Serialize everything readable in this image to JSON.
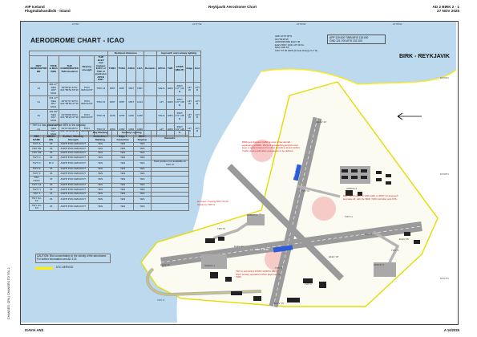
{
  "header": {
    "org": "AIP Iceland",
    "subtitle": "Flugmálahandbók - Ísland",
    "center_title": "Reykjavík Aerodrome Chart",
    "ref": "AD 2 BIRK 2 - 1",
    "date": "27 NOV 2025"
  },
  "chart": {
    "title_left": "AERODROME CHART - ICAO",
    "title_right": "BIRK - REYKJAVIK"
  },
  "coords_info": {
    "lines": [
      "ARP 64°07'48\"N",
      "021°56'25\"W",
      "AERODROME ELEV 48",
      "ELEV RWY 13/31 HT 30.0m",
      "MAG VAR 10°",
      "CWY ST 30 2025 (Annual change 0.1° E)"
    ]
  },
  "infobox": {
    "rows": [
      [
        "APP",
        "119.000",
        "TWR/AFIS",
        "118.000"
      ],
      [
        "GND",
        "121.700",
        "ATIS",
        "132.100"
      ]
    ]
  },
  "rwy_table": {
    "headers": [
      "RWY DESIGNATOR NR",
      "TRUE & MAG BRG",
      "THR COORDINATES THR elevation",
      "Bearing strength",
      "THR ELEV and highest ELEV of TDZ of precision APCH RWY",
      "TORA",
      "TODA",
      "ASDA",
      "LDA",
      "Remarks",
      "APCH",
      "THR",
      "VASIS (MEHT)",
      "Edge",
      "End"
    ],
    "group_declared": "Declared distances",
    "group_lighting": "Approach and runway lighting",
    "rows": [
      [
        "13",
        "161.17° SEG 180° MAG",
        "64°08'11.43\"N 021°56'51.53\"W",
        "PCN 34/F/A/X/T",
        "THR 13",
        "1567",
        "1567",
        "1567",
        "1567",
        "",
        "SALS",
        "GRN",
        "PAPI 3.0° (49 ft)",
        "LIH W",
        "LIH R"
      ],
      [
        "31",
        "341.17° SEG 351° MAG",
        "64°07'27.32\"N 021°55'50.47\"W",
        "PCN 34/F/A/X/T",
        "THR 31",
        "1567",
        "1567",
        "1567",
        "1414",
        "",
        "LIH",
        "GRN",
        "PAPI 3.0° (48 ft)",
        "LIH W",
        "LIH R"
      ],
      [
        "19",
        "191.90° SEG 201° MAG",
        "64°08'08.79\"N 021°56'20.37\"W",
        "PCN 34/F/A/X/T",
        "THR 19",
        "1230",
        "1230",
        "1230",
        "1230",
        "",
        "SALS",
        "GRN",
        "PAPI 3.0° (48 ft)",
        "LIH W",
        "LIH R"
      ],
      [
        "01",
        "011.90° SEG 021° MAG",
        "64°07'29.05\"N 021°56'33.44\"W",
        "PCN 34/F/A/X/T",
        "THR 01",
        "1360",
        "1360",
        "1360",
        "1360",
        "",
        "LIH",
        "GRN",
        "PAPI 3.0° (48 ft)",
        "LIH W",
        "LIH R"
      ]
    ]
  },
  "twy_note": "* THR 31 has paved surface 85% to the stopway",
  "twy_table": {
    "headers": [
      "TWY NAME",
      "WIDTH (M)",
      "Surface / Bearing Strength",
      "Centerline / Marking",
      "Edge / Centerline",
      "RGL / Stopbar",
      "Remarks"
    ],
    "group_marking": "Day Marking",
    "group_lighting": "Taxiway Lighting",
    "rows": [
      [
        "TWY A",
        "15",
        "ASPH PCN 34/F/A/X/T",
        "YES",
        "YES",
        "YES",
        ""
      ],
      [
        "TWY B1",
        "15",
        "ASPH PCN 34/F/A/X/T",
        "YES",
        "YES",
        "YES",
        ""
      ],
      [
        "TWY B2",
        "15",
        "ASPH PCN 34/F/A/X/T",
        "YES",
        "YES",
        "YES",
        ""
      ],
      [
        "TWY C",
        "15",
        "ASPH PCN 34/F/A/X/T",
        "YES",
        "YES",
        "YES",
        ""
      ],
      [
        "TWY D",
        "15 2",
        "ASPH PCN 34/F/A/X/T",
        "YES",
        "YES",
        "YES",
        "Hold position not available on TWY D"
      ],
      [
        "TWY E",
        "15",
        "ASPH PCN 34/F/A/X/T",
        "YES",
        "YES",
        "YES",
        ""
      ],
      [
        "TWY F",
        "15",
        "ASPH PCN 34/F/A/X/T",
        "YES",
        "YES",
        "YES",
        ""
      ],
      [
        "TWY F1/F2",
        "15",
        "ASPH PCN 34/F/A/X/T",
        "YES",
        "YES",
        "YES",
        ""
      ],
      [
        "TWY G1",
        "15",
        "ASPH PCN 34/F/A/X/T",
        "YES",
        "YES",
        "YES",
        ""
      ],
      [
        "TWY H",
        "15",
        "ASPH PCN 34/F/A/X/T",
        "YES",
        "YES",
        "YES",
        ""
      ],
      [
        "TWY J",
        "15",
        "ASPH PCN 34/F/A/X/T",
        "YES",
        "YES",
        "YES",
        ""
      ],
      [
        "TWY K1-K2",
        "15",
        "ASPH PCN 34/F/A/X/T",
        "YES",
        "YES",
        "YES",
        ""
      ],
      [
        "TWY K1-K3",
        "15",
        "ASPH PCN 34/F/A/X/T",
        "YES",
        "YES",
        "YES",
        ""
      ]
    ]
  },
  "caution": "CAUTION: Bird concentration in the vicinity of the aerodrome. For further information see AD 2.21",
  "legend": "UTC-SERVICE",
  "side_text": "CHANGES: CFN | CHANGES TO TGL 2",
  "map_labels": {
    "rwy_13_31": "1567 x 45 M",
    "rwy_01_19": "1230 x 45 M",
    "apron_1": "APRON 1",
    "apron_2": "APRON 2",
    "apron_3": "APRON 3",
    "apron_4": "APRON 4",
    "twy_a": "TWY A",
    "twy_b": "TWY B",
    "twy_c": "TWY C",
    "twy_d": "TWY D",
    "twy_e": "TWY E",
    "twy_f": "TWY F",
    "twy_h": "TWY H",
    "twy_j": "TWY J",
    "elev_1": "ELEV 31'",
    "elev_2": "ELEV 25'",
    "elev_3": "ELEV 16'",
    "elev_4": "ELEV 19'",
    "elev_5": "ELEV 21'",
    "elev_6": "ELEV 18'"
  },
  "callouts": {
    "c1": "BIRK gets frequent traffic at area of low aircraft separating at BIRK. Pilots of approaching aircraft must keep a vigilant look-out for other aircraft to avoid conflict. Traffic routing and other procedures to be defined.",
    "c2": "RWY 31/13 used for VFR traffic on RWY 31 approach and take-off, with the BIRK TWR controller and ATIS.",
    "c3": "TWY A and HOLD POINT NORTH-WEST: Short runway operations when approved by TWR.",
    "c4": "Hot spot: crossing RWY 01/19 vicinity by TWY A."
  },
  "grid": {
    "top": [
      "21°58'",
      "21°57'W",
      "21°56'W",
      "21°55'W"
    ],
    "side": [
      "64°09'N",
      "64°08'N",
      "64°07'N"
    ]
  },
  "footer": {
    "left": "ISAVIA ANS",
    "right": "A 10/2025"
  },
  "colors": {
    "pavement": "#9a9a9a",
    "water": "#bcd9ee",
    "shoreline": "#ffec00",
    "taxi_line": "#e9e000",
    "hotspot": "#f4b5b5",
    "callout_red": "#d62020",
    "rwy_label_bg": "#2d5bd8"
  }
}
